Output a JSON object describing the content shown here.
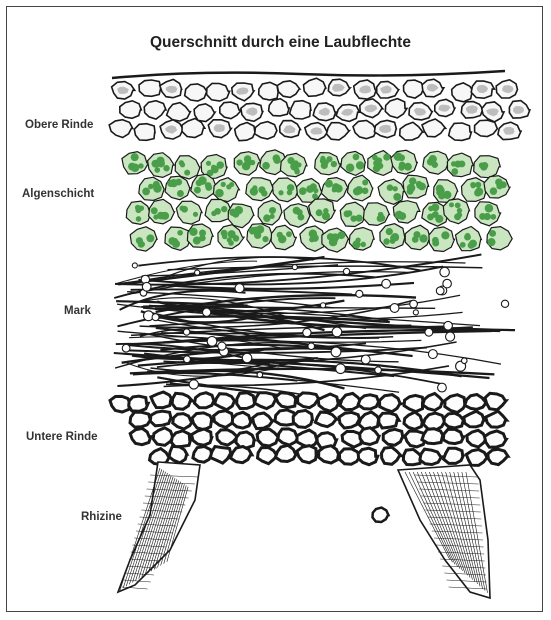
{
  "title": "Querschnitt durch eine Laubflechte",
  "layers": [
    {
      "key": "obere_rinde",
      "label": "Obere Rinde"
    },
    {
      "key": "algenschicht",
      "label": "Algenschicht"
    },
    {
      "key": "mark",
      "label": "Mark"
    },
    {
      "key": "untere_rinde",
      "label": "Untere Rinde"
    },
    {
      "key": "rhizine",
      "label": "Rhizine"
    }
  ],
  "colors": {
    "algae_cell_fill": "#4a9e4a",
    "algae_capsule_fill": "#c9e6c0",
    "ink": "#1a1a1a",
    "cell_fill": "#f4f4f4"
  }
}
